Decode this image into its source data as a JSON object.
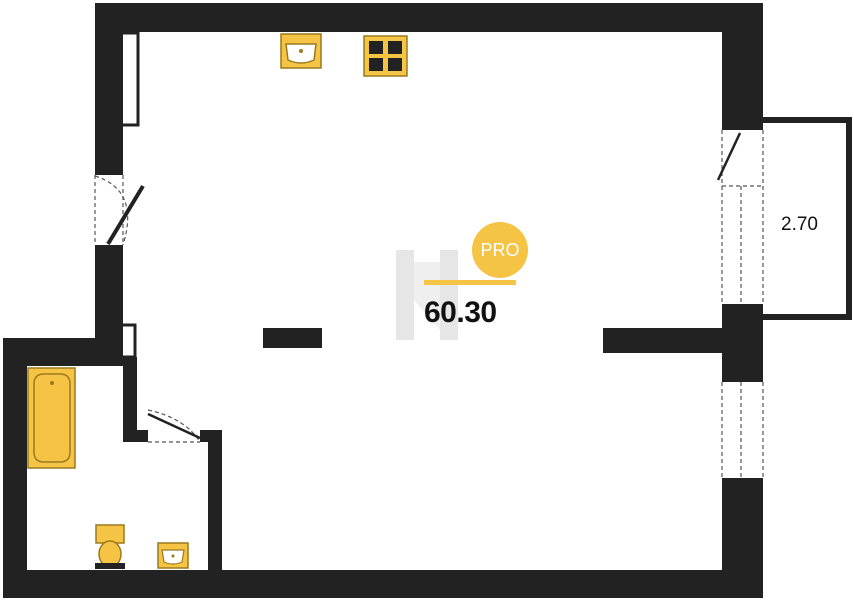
{
  "colors": {
    "wall": "#222222",
    "fixture_fill": "#F6C445",
    "fixture_stroke": "#9A7A1E",
    "accent": "#F6C445",
    "watermark": "#e3e3e3",
    "dash": "#555555"
  },
  "labels": {
    "main_area": "60.30",
    "balcony_area": "2.70",
    "badge": "PRO"
  },
  "icons": {
    "kitchen_sink": "sink-icon",
    "stove": "stove-icon",
    "bathtub": "bathtub-icon",
    "toilet": "toilet-icon",
    "bathroom_sink": "sink-icon"
  }
}
